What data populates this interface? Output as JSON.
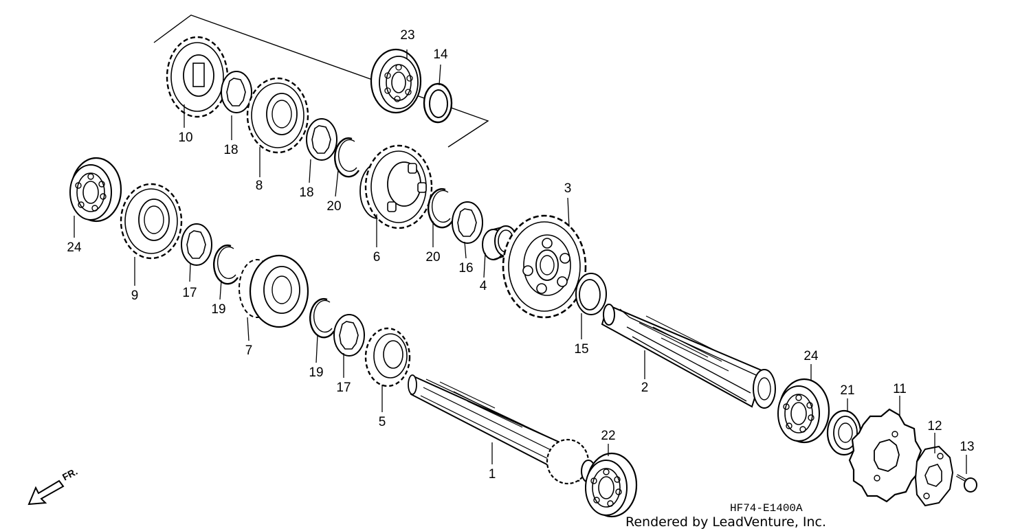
{
  "diagram": {
    "code": "HF74-E1400A",
    "credit": "Rendered by LeadVenture, Inc.",
    "front_marker": "FR.",
    "labels": [
      "1",
      "2",
      "3",
      "4",
      "5",
      "6",
      "7",
      "8",
      "9",
      "10",
      "11",
      "12",
      "13",
      "14",
      "15",
      "16",
      "17",
      "17",
      "18",
      "18",
      "19",
      "19",
      "20",
      "20",
      "21",
      "22",
      "23",
      "24",
      "24"
    ]
  }
}
